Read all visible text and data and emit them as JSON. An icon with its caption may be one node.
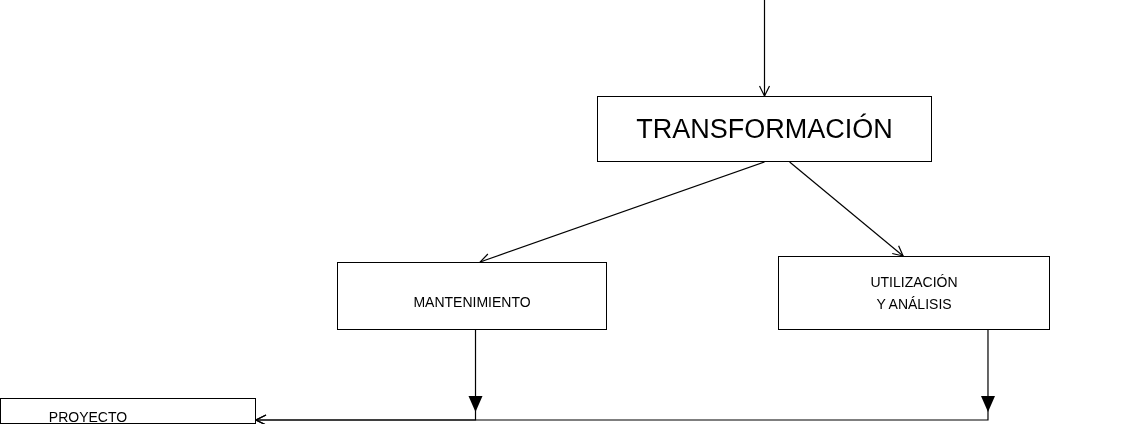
{
  "diagram": {
    "nodes": [
      {
        "text": [
          "TRANSFORMACIÓN"
        ]
      },
      {
        "text": [
          "MANTENIMIENTO"
        ]
      },
      {
        "text": [
          "UTILIZACIÓN Y ANÁLISIS"
        ]
      },
      {
        "text": [
          "PROYECTO"
        ]
      }
    ],
    "edges": [
      {
        "from": null,
        "to": 0,
        "arrow": "to"
      },
      {
        "from": 0,
        "to": 1,
        "arrow": "to"
      },
      {
        "from": 0,
        "to": 2,
        "arrow": "to"
      },
      {
        "from": 1,
        "to": 3,
        "arrow": "to"
      },
      {
        "from": 2,
        "to": 3,
        "arrow": "to"
      }
    ]
  }
}
